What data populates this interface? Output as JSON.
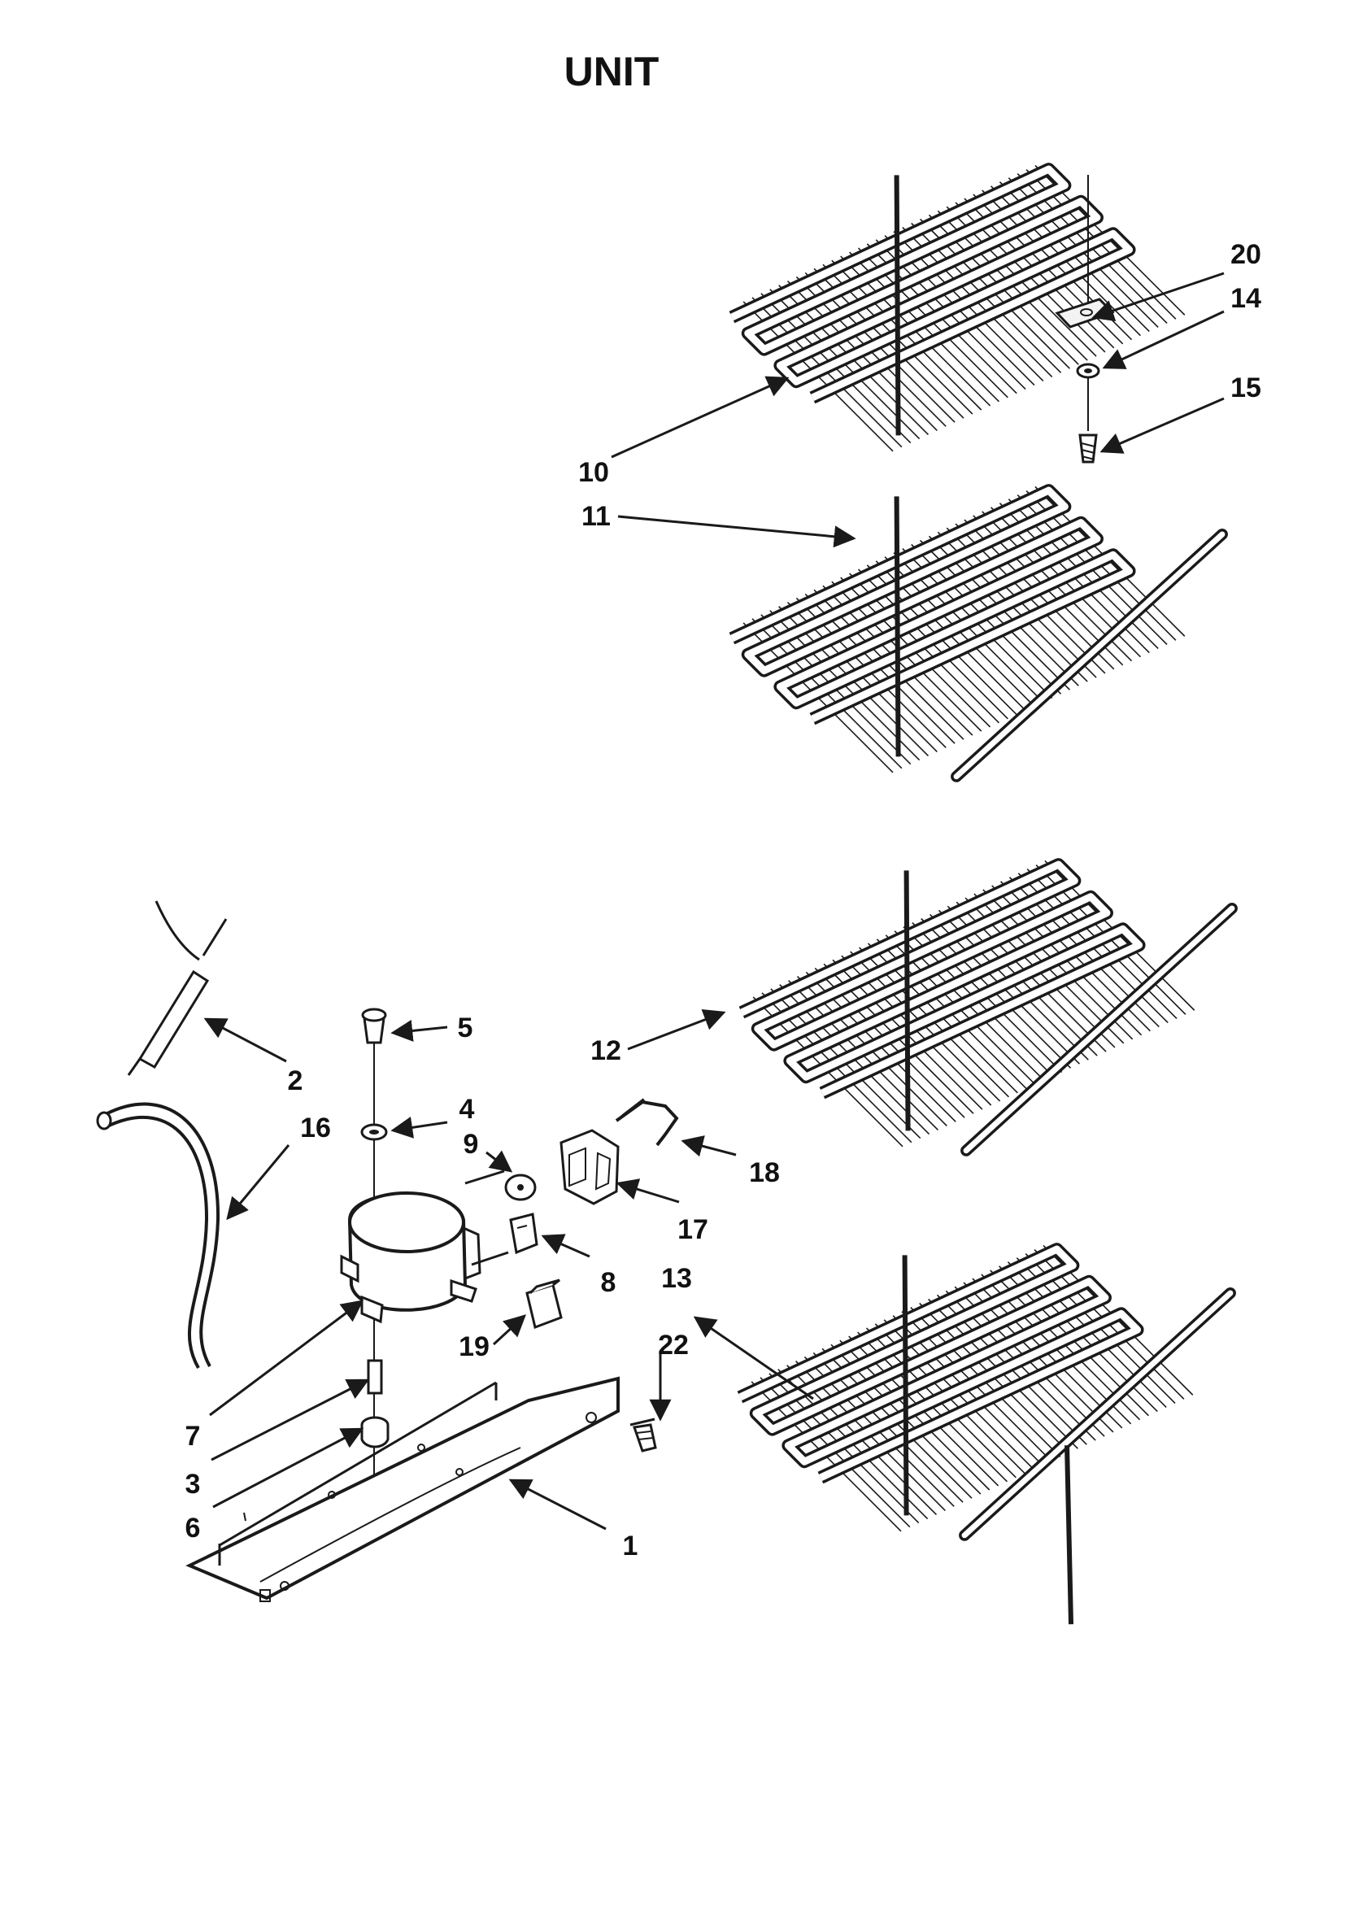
{
  "title": "UNIT",
  "labels": {
    "p1": "1",
    "p2": "2",
    "p3": "3",
    "p4": "4",
    "p5": "5",
    "p6": "6",
    "p7": "7",
    "p8": "8",
    "p9": "9",
    "p10": "10",
    "p11": "11",
    "p12": "12",
    "p13": "13",
    "p14": "14",
    "p15": "15",
    "p16": "16",
    "p17": "17",
    "p18": "18",
    "p19": "19",
    "p20": "20",
    "p22": "22"
  },
  "colors": {
    "ink": "#1a1a1a",
    "background": "#ffffff"
  }
}
